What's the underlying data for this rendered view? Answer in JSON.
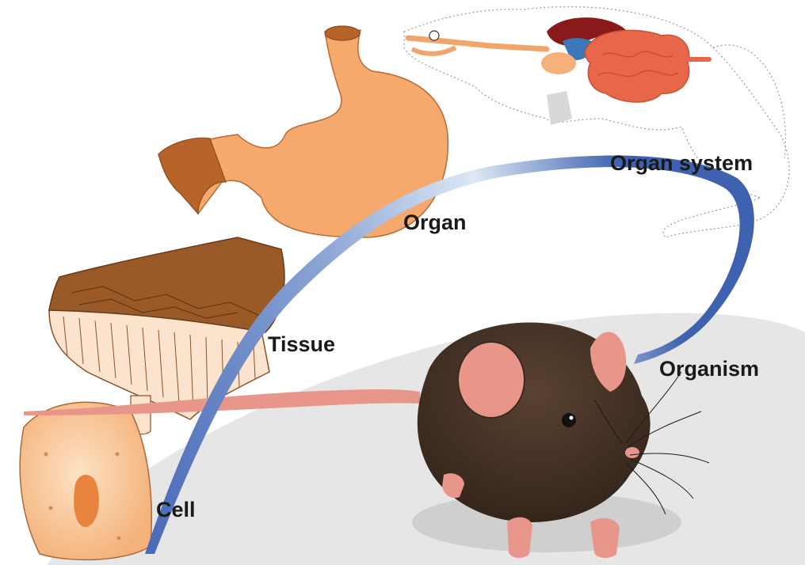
{
  "labels": {
    "cell": "Cell",
    "tissue": "Tissue",
    "organ": "Organ",
    "organ_system": "Organ system",
    "organism": "Organism"
  },
  "colors": {
    "arrow_dark": "#4a6ab8",
    "arrow_light": "#dce8f5",
    "stomach": "#f6a96c",
    "stomach_inner": "#b8632a",
    "tissue_top": "#9a5a28",
    "cell_fill": "#f8c99a",
    "nucleus": "#e8843e",
    "mouse_fur": "#4a3528",
    "mouse_pink": "#e8968a",
    "shadow": "#e6e6e6",
    "intestine": "#e8674a",
    "liver": "#8a1a1a",
    "pancreas": "#3a78b8"
  },
  "icons": [
    "cell-icon",
    "tissue-icon",
    "stomach-icon",
    "organ-system-icon",
    "mouse-icon",
    "hierarchy-arrow"
  ]
}
